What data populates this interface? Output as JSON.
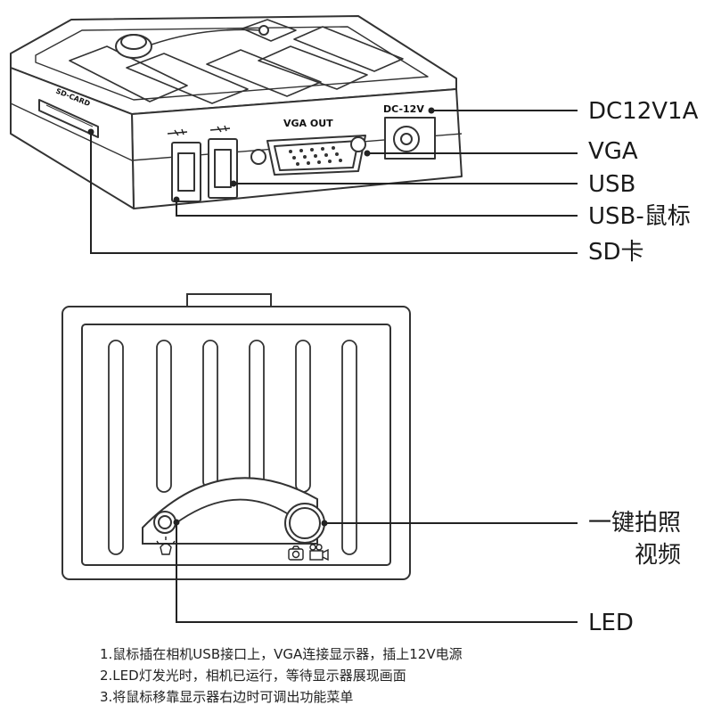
{
  "device_labels": {
    "sd_card": "SD-CARD",
    "vga_out": "VGA OUT",
    "dc_in": "DC-12V"
  },
  "callouts": {
    "dc": "DC12V1A",
    "vga": "VGA",
    "usb": "USB",
    "usb_mouse": "USB-鼠标",
    "sd": "SD卡",
    "capture_line1": "一键拍照",
    "capture_line2": "视频",
    "led": "LED"
  },
  "notes": [
    "1.鼠标插在相机USB接口上，VGA连接显示器，插上12V电源",
    "2.LED灯发光时，相机已运行，等待显示器展现画面",
    "3.将鼠标移靠显示器右边时可调出功能菜单"
  ]
}
